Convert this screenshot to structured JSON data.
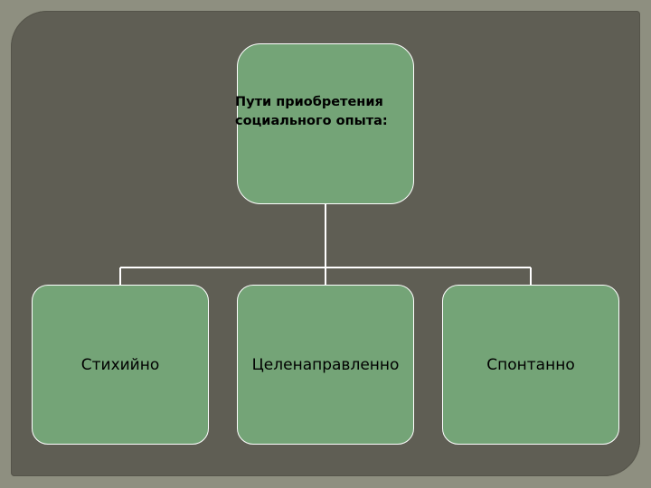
{
  "diagram": {
    "root": {
      "label_line1": "Пути приобретения",
      "label_line2": "социального опыта:"
    },
    "children": [
      {
        "label": "Стихийно"
      },
      {
        "label": "Целенаправленно"
      },
      {
        "label": "Спонтанно"
      }
    ]
  },
  "colors": {
    "outer_background": "#8e8f80",
    "slide_background": "#5f5e54",
    "node_fill": "#74a477",
    "node_border": "#ffffff",
    "connector": "#ffffff"
  }
}
